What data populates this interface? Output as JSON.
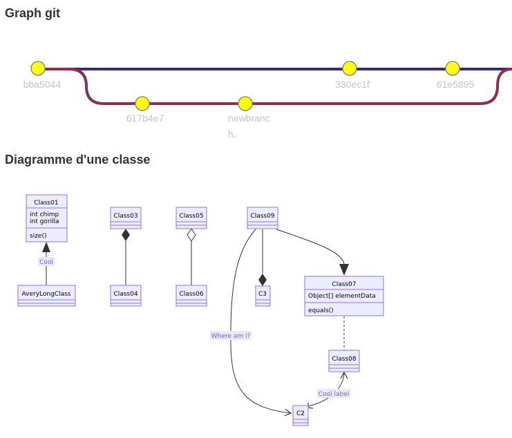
{
  "sections": {
    "git_title": "Graph git",
    "class_title": "Diagramme d'une classe"
  },
  "git_graph": {
    "branch_colors": {
      "main": "#3B2A73",
      "branch": "#8E2C52"
    },
    "commit_color": "#FFFF00",
    "commits": [
      {
        "id": "bba5044",
        "branch": "main"
      },
      {
        "id": "617b4e7",
        "branch": "branch"
      },
      {
        "id": "newbranch",
        "label_line1": "newbranc",
        "label_line2": "h.",
        "branch": "branch"
      },
      {
        "id": "330ec1f",
        "branch": "main"
      },
      {
        "id": "61e5895",
        "branch": "main"
      }
    ]
  },
  "class_diagram": {
    "colors": {
      "fill": "#ECECFF",
      "stroke": "#9370DB",
      "label": "#7B5FD0"
    },
    "classes": {
      "class01": {
        "name": "Class01",
        "attr1": "int chimp",
        "attr2": "int gorilla",
        "method1": "size()"
      },
      "avery": {
        "name": "AveryLongClass"
      },
      "class03": {
        "name": "Class03"
      },
      "class04": {
        "name": "Class04"
      },
      "class05": {
        "name": "Class05"
      },
      "class06": {
        "name": "Class06"
      },
      "class09": {
        "name": "Class09"
      },
      "c3": {
        "name": "C3"
      },
      "class07": {
        "name": "Class07",
        "attr1": "Object[] elementData",
        "method1": "equals()"
      },
      "class08": {
        "name": "Class08"
      },
      "c2": {
        "name": "C2"
      }
    },
    "edge_labels": {
      "cool": "Cool",
      "where": "Where am i?",
      "cool_label": "Cool label"
    }
  }
}
